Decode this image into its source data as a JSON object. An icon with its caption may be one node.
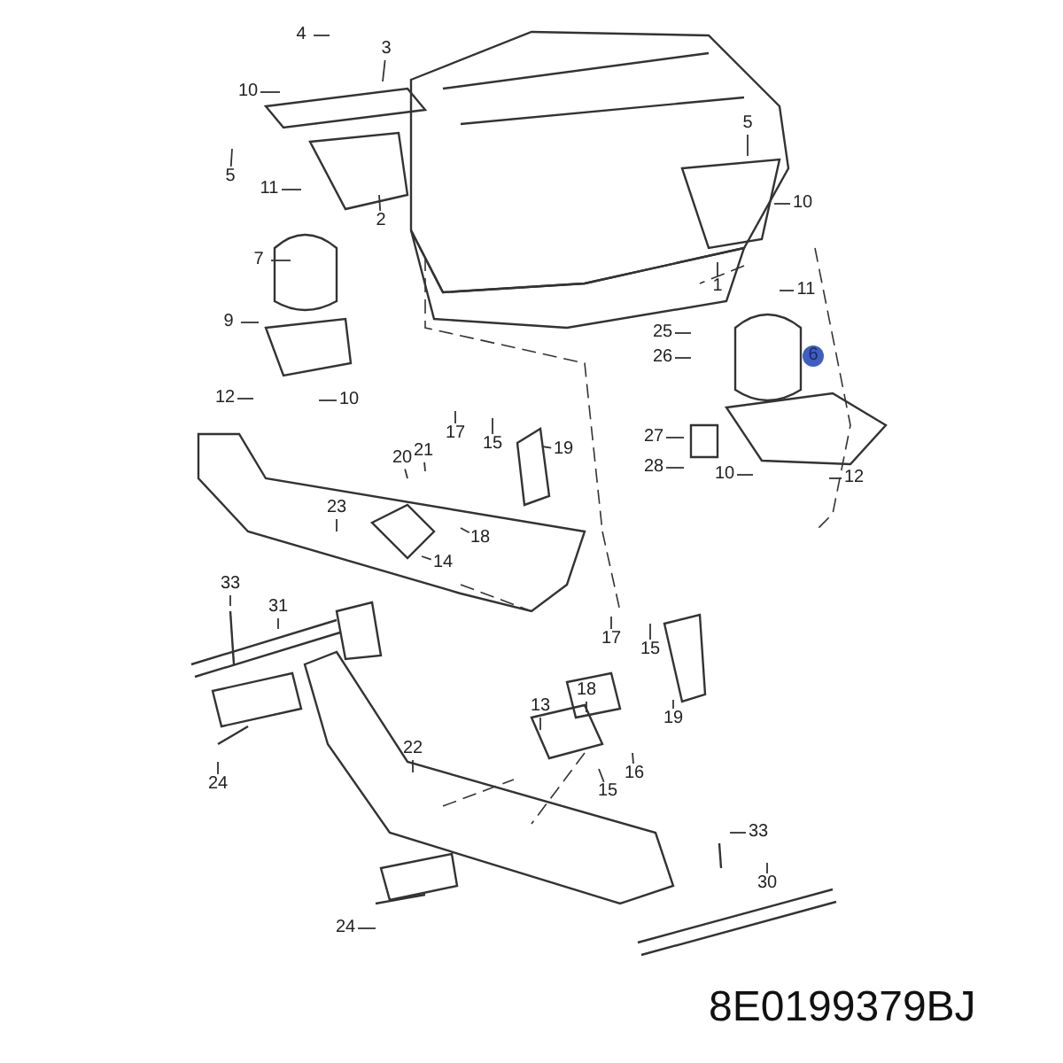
{
  "diagram": {
    "nodes": [
      {
        "text": [
          "4"
        ]
      },
      {
        "text": [
          "3"
        ]
      },
      {
        "text": [
          "10"
        ]
      },
      {
        "text": [
          "5"
        ]
      },
      {
        "text": [
          "11"
        ]
      },
      {
        "text": [
          "2"
        ]
      },
      {
        "text": [
          "5"
        ]
      },
      {
        "text": [
          "10"
        ]
      },
      {
        "text": [
          "1"
        ]
      },
      {
        "text": [
          "11"
        ]
      },
      {
        "text": [
          "7"
        ]
      },
      {
        "text": [
          "9"
        ]
      },
      {
        "text": [
          "25"
        ]
      },
      {
        "text": [
          "26"
        ]
      },
      {
        "text": [
          "6"
        ]
      },
      {
        "text": [
          "27"
        ]
      },
      {
        "text": [
          "12"
        ]
      },
      {
        "text": [
          "10"
        ]
      },
      {
        "text": [
          "17"
        ]
      },
      {
        "text": [
          "15"
        ]
      },
      {
        "text": [
          "19"
        ]
      },
      {
        "text": [
          "20"
        ]
      },
      {
        "text": [
          "21"
        ]
      },
      {
        "text": [
          "28"
        ]
      },
      {
        "text": [
          "10"
        ]
      },
      {
        "text": [
          "12"
        ]
      },
      {
        "text": [
          "23"
        ]
      },
      {
        "text": [
          "18"
        ]
      },
      {
        "text": [
          "14"
        ]
      },
      {
        "text": [
          "33"
        ]
      },
      {
        "text": [
          "31"
        ]
      },
      {
        "text": [
          "17"
        ]
      },
      {
        "text": [
          "15"
        ]
      },
      {
        "text": [
          "19"
        ]
      },
      {
        "text": [
          "18"
        ]
      },
      {
        "text": [
          "13"
        ]
      },
      {
        "text": [
          "16"
        ]
      },
      {
        "text": [
          "15"
        ]
      },
      {
        "text": [
          "22"
        ]
      },
      {
        "text": [
          "24"
        ]
      },
      {
        "text": [
          "33"
        ]
      },
      {
        "text": [
          "30"
        ]
      },
      {
        "text": [
          "24"
        ]
      }
    ],
    "edges": [
      {
        "from": 0,
        "to": null,
        "arrow": "none"
      },
      {
        "from": 1,
        "to": null,
        "arrow": "none"
      },
      {
        "from": 2,
        "to": null,
        "arrow": "none"
      },
      {
        "from": 3,
        "to": null,
        "arrow": "none"
      },
      {
        "from": 4,
        "to": null,
        "arrow": "none"
      },
      {
        "from": 5,
        "to": null,
        "arrow": "none"
      },
      {
        "from": 6,
        "to": null,
        "arrow": "none"
      },
      {
        "from": 7,
        "to": null,
        "arrow": "none"
      },
      {
        "from": 8,
        "to": null,
        "arrow": "none"
      },
      {
        "from": 9,
        "to": null,
        "arrow": "none"
      },
      {
        "from": 10,
        "to": null,
        "arrow": "none"
      },
      {
        "from": 11,
        "to": null,
        "arrow": "none"
      },
      {
        "from": 12,
        "to": null,
        "arrow": "none"
      },
      {
        "from": 13,
        "to": null,
        "arrow": "none"
      },
      {
        "from": 15,
        "to": null,
        "arrow": "none"
      },
      {
        "from": 16,
        "to": null,
        "arrow": "none"
      },
      {
        "from": 17,
        "to": null,
        "arrow": "none"
      },
      {
        "from": 18,
        "to": null,
        "arrow": "none"
      },
      {
        "from": 19,
        "to": null,
        "arrow": "none"
      },
      {
        "from": 20,
        "to": null,
        "arrow": "none"
      },
      {
        "from": 21,
        "to": null,
        "arrow": "none"
      },
      {
        "from": 22,
        "to": null,
        "arrow": "none"
      },
      {
        "from": 23,
        "to": null,
        "arrow": "none"
      },
      {
        "from": 24,
        "to": null,
        "arrow": "none"
      },
      {
        "from": 25,
        "to": null,
        "arrow": "none"
      },
      {
        "from": 26,
        "to": null,
        "arrow": "none"
      },
      {
        "from": 27,
        "to": null,
        "arrow": "none"
      },
      {
        "from": 28,
        "to": null,
        "arrow": "none"
      },
      {
        "from": 29,
        "to": null,
        "arrow": "none"
      },
      {
        "from": 30,
        "to": null,
        "arrow": "none"
      },
      {
        "from": 31,
        "to": null,
        "arrow": "none"
      },
      {
        "from": 32,
        "to": null,
        "arrow": "none"
      },
      {
        "from": 33,
        "to": null,
        "arrow": "none"
      },
      {
        "from": 34,
        "to": null,
        "arrow": "none"
      },
      {
        "from": 35,
        "to": null,
        "arrow": "none"
      },
      {
        "from": 36,
        "to": null,
        "arrow": "none"
      },
      {
        "from": 37,
        "to": null,
        "arrow": "none"
      },
      {
        "from": 38,
        "to": null,
        "arrow": "none"
      },
      {
        "from": 39,
        "to": null,
        "arrow": "none"
      },
      {
        "from": 40,
        "to": null,
        "arrow": "none"
      },
      {
        "from": 41,
        "to": null,
        "arrow": "none"
      },
      {
        "from": 42,
        "to": null,
        "arrow": "none"
      }
    ],
    "labels": [
      "8E0199379BJ"
    ]
  }
}
